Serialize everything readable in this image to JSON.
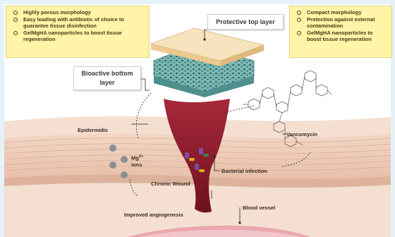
{
  "left_note": {
    "items": [
      "Highly porous morphology",
      "Easy loading with antibiotic of choice to guarantee tissue disinfection",
      "GelMgHA nanoparticles to boost tissue regeneration"
    ]
  },
  "right_note": {
    "items": [
      "Compact morphology",
      "Protection against external contamination",
      "GelMgHA nanoparticles to boost tissue regeneration"
    ]
  },
  "labels": {
    "protective_top_layer": "Protective top layer",
    "bioactive_bottom_layer": "Bioactive bottom layer",
    "epidermidis": "Epidermidis",
    "mg_ions_prefix": "Mg",
    "mg_ions_charge": "2+",
    "mg_ions_suffix": "ions",
    "vancomycin": "Vancomycin",
    "bacterial_infection": "Bacterial infection",
    "chronic_wound": "Chronic Wound",
    "improved_angiogenesis": "Improved angiogenesis",
    "blood_vessel": "Blood vessel"
  },
  "colors": {
    "note_bg": "#fff4a8",
    "skin": "#ecc8b4",
    "wound": "#8c1c2c",
    "top_layer": "#f6ddb0",
    "bottom_layer": "#6aa8a6"
  }
}
